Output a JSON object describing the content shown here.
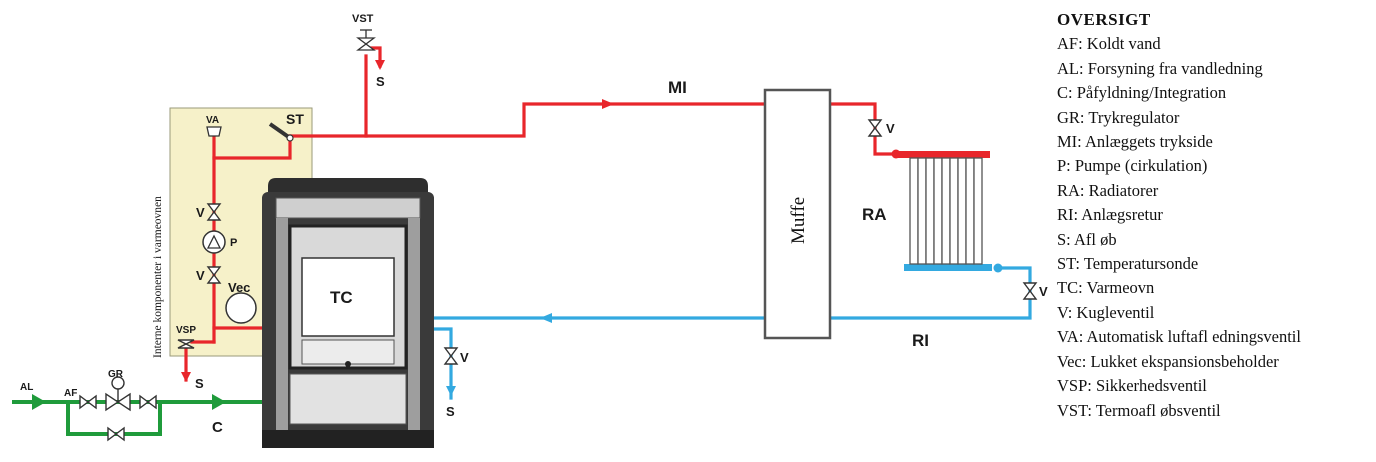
{
  "colors": {
    "supply": "#e8262b",
    "return": "#33a9e0",
    "water_main": "#1f9b3b",
    "internal_box": "#f6f1c9",
    "internal_box_border": "#9a9a7a",
    "stove_body": "#3a3a3a",
    "stove_frame": "#2a2a2a"
  },
  "labels": {
    "vst": "VST",
    "s_top": "S",
    "st": "ST",
    "va": "VA",
    "v_pump_top": "V",
    "p": "P",
    "v_pump_bottom": "V",
    "vec": "Vec",
    "vsp": "VSP",
    "s_vsp": "S",
    "internal": "Interne komponenter i varmeovnen",
    "al": "AL",
    "af": "AF",
    "gr": "GR",
    "c": "C",
    "tc": "TC",
    "v_drain": "V",
    "s_drain": "S",
    "mi": "MI",
    "muffe": "Muffe",
    "v_rad_top": "V",
    "ra": "RA",
    "v_rad_bottom": "V",
    "ri": "RI"
  },
  "legend": {
    "title": "OVERSIGT",
    "items": [
      "AF: Koldt vand",
      "AL: Forsyning fra vandledning",
      "C: Påfyldning/Integration",
      "GR: Trykregulator",
      "MI: Anlæggets trykside",
      "P: Pumpe (cirkulation)",
      "RA: Radiatorer",
      "RI: Anlægsretur",
      "S: Afl øb",
      "ST: Temperatursonde",
      "TC: Varmeovn",
      "V: Kugleventil",
      "VA: Automatisk luftafl edningsventil",
      "Vec: Lukket ekspansionsbeholder",
      "VSP: Sikkerhedsventil",
      "VST: Termoafl øbsventil"
    ]
  }
}
